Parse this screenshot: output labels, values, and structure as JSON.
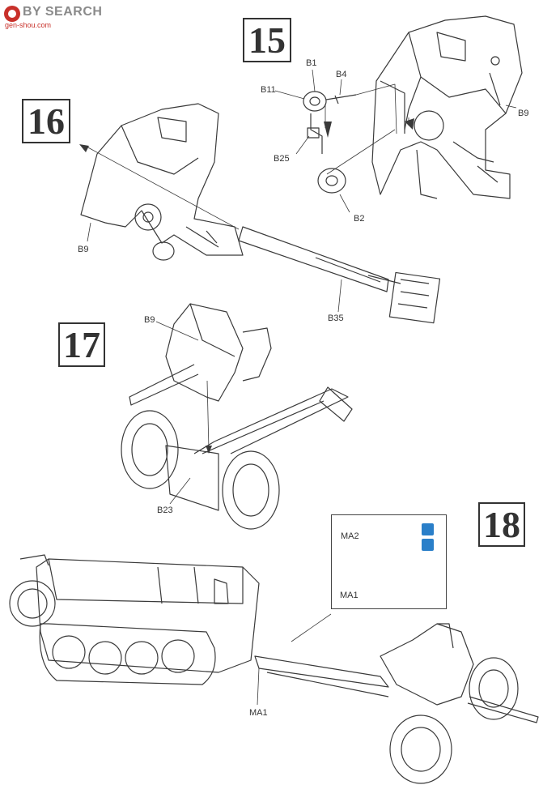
{
  "watermark": {
    "brand_prefix": "",
    "brand_suffix": "BY SEARCH",
    "url": "gen-shou.com"
  },
  "steps": [
    "15",
    "16",
    "17",
    "18"
  ],
  "parts": {
    "b1": "B1",
    "b4": "B4",
    "b11": "B11",
    "b9_15": "B9",
    "b25": "B25",
    "b2": "B2",
    "b9_16": "B9",
    "b35": "B35",
    "b9_17": "B9",
    "b23": "B23",
    "ma2": "MA2",
    "ma1_detail": "MA1",
    "ma1_main": "MA1"
  },
  "icons": [
    "glue-icon",
    "paint-drop-icon"
  ]
}
